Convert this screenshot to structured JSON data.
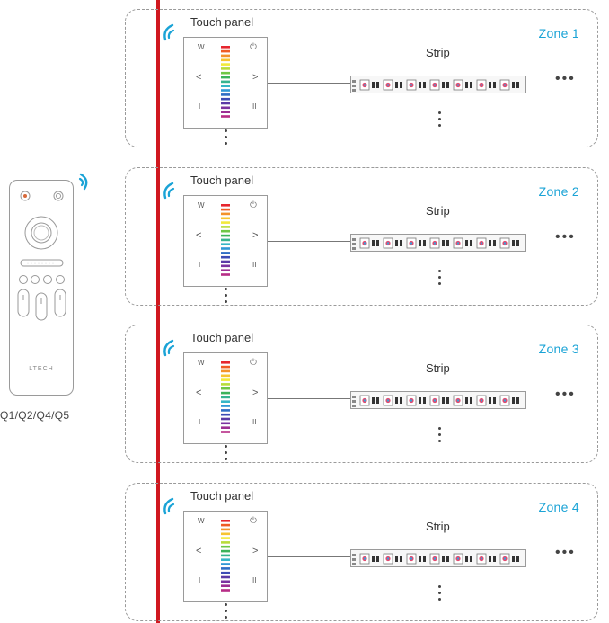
{
  "remote": {
    "caption": "Q1/Q2/Q4/Q5",
    "brand": "LTECH"
  },
  "zones": [
    {
      "zone_label": "Zone 1",
      "panel_label": "Touch panel",
      "strip_label": "Strip",
      "more": "•••"
    },
    {
      "zone_label": "Zone 2",
      "panel_label": "Touch panel",
      "strip_label": "Strip",
      "more": "•••"
    },
    {
      "zone_label": "Zone 3",
      "panel_label": "Touch panel",
      "strip_label": "Strip",
      "more": "•••"
    },
    {
      "zone_label": "Zone 4",
      "panel_label": "Touch panel",
      "strip_label": "Strip",
      "more": "•••"
    }
  ],
  "panel_keys": {
    "white": "W",
    "power": "⏻",
    "left": "<",
    "right": ">",
    "mode1": "I",
    "mode2": "II"
  },
  "colors": {
    "bus_line": "#d0181f",
    "zone_label": "#1aa3d6",
    "wifi": "#1aa3d6"
  }
}
